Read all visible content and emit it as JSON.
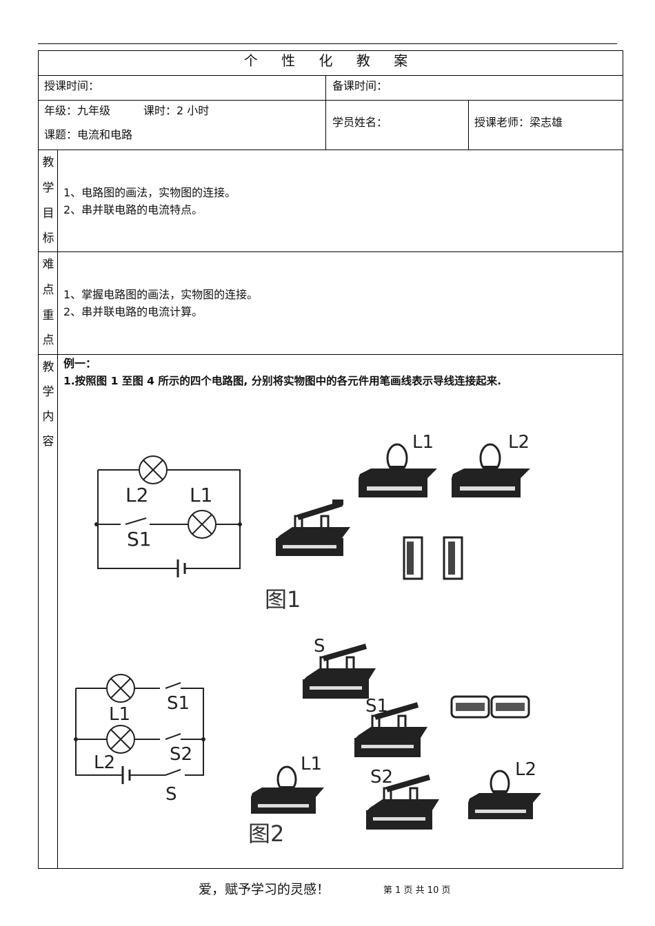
{
  "header": {
    "title": "个 性 化 教 案"
  },
  "info": {
    "teach_time": "授课时间：",
    "prep_time": "备课时间：",
    "grade": "年级：九年级",
    "hours": "课时：2 小时",
    "topic": "课题：电流和电路",
    "student": "学员姓名：",
    "teacher": "授课老师：梁志雄"
  },
  "objectives": {
    "label": [
      "教",
      "学",
      "目",
      "标"
    ],
    "items": [
      "1、电路图的画法，实物图的连接。",
      "2、串并联电路的电流特点。"
    ]
  },
  "keypoints": {
    "label": [
      "难",
      "点",
      "重",
      "点"
    ],
    "items": [
      "1、掌握电路图的画法，实物图的连接。",
      "2、串并联电路的电流计算。"
    ]
  },
  "content": {
    "label": [
      "教",
      "学",
      "内",
      "容"
    ],
    "example_title": "例一：",
    "question": "1.按照图 1 至图 4 所示的四个电路图, 分别将实物图中的各元件用笔画线表示导线连接起来."
  },
  "figure1": {
    "caption": "图1",
    "labels": {
      "L1": "L1",
      "L2": "L2",
      "S1": "S1"
    },
    "real_labels": {
      "L1": "L1",
      "L2": "L2"
    }
  },
  "figure2": {
    "caption": "图2",
    "labels": {
      "L1": "L1",
      "L2": "L2",
      "S1": "S1",
      "S2": "S2",
      "S": "S"
    },
    "real_labels": {
      "S": "S",
      "S1": "S1",
      "S2": "S2",
      "L1": "L1",
      "L2": "L2"
    }
  },
  "footer": {
    "slogan": "爱，赋予学习的灵感！",
    "page": "第 1 页 共 10 页"
  }
}
